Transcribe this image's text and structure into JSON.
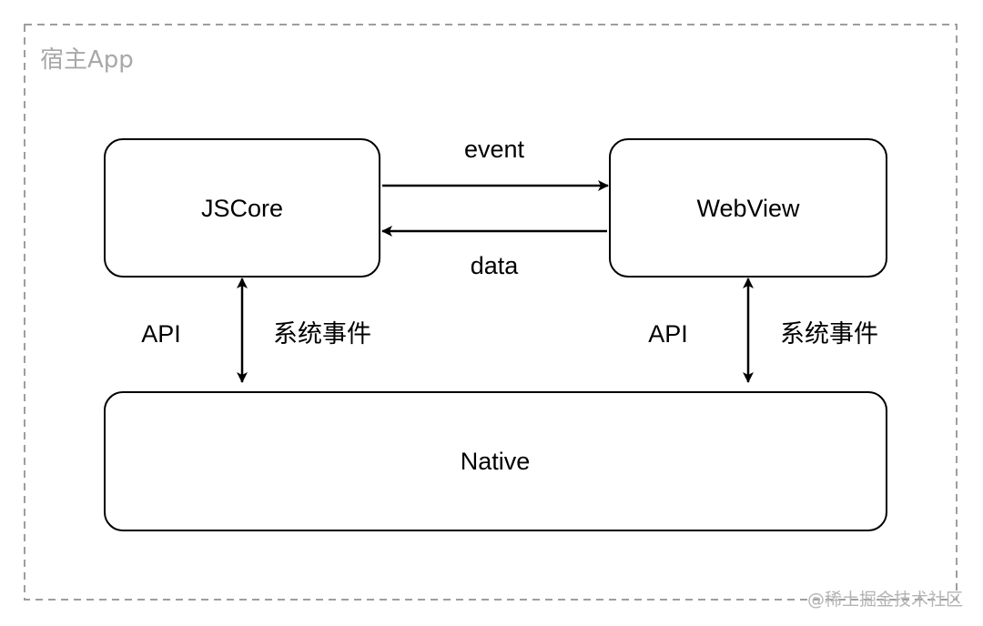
{
  "container": {
    "title": "宿主App"
  },
  "nodes": {
    "jscore": "JSCore",
    "webview": "WebView",
    "native": "Native"
  },
  "edges": {
    "event": "event",
    "data": "data",
    "left_api": "API",
    "left_system_events": "系统事件",
    "right_api": "API",
    "right_system_events": "系统事件"
  },
  "watermark": "@稀土掘金技术社区",
  "colors": {
    "border": "#9e9e9e",
    "container_title": "#a8a8a8",
    "stroke": "#000000",
    "watermark": "#b3b3b3"
  }
}
